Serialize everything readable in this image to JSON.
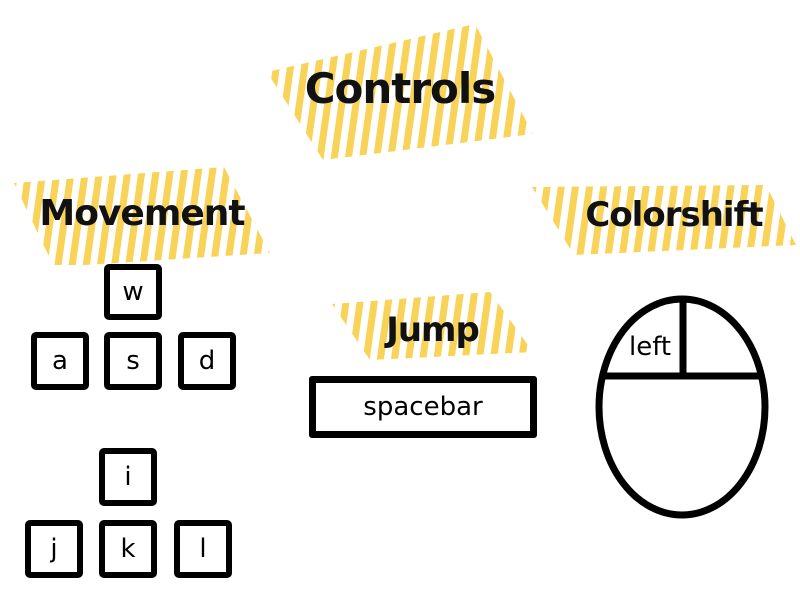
{
  "colors": {
    "stripe": "#f8d358",
    "outline": "#000000",
    "background": "#ffffff"
  },
  "titles": {
    "controls": "Controls",
    "movement": "Movement",
    "jump": "Jump",
    "colorshift": "Colorshift"
  },
  "movement_keys": {
    "set1": {
      "up": "w",
      "left": "a",
      "down": "s",
      "right": "d"
    },
    "set2": {
      "up": "i",
      "left": "j",
      "down": "k",
      "right": "l"
    }
  },
  "jump_key": "spacebar",
  "colorshift_button": "left",
  "icons": {
    "mouse": "mouse-icon"
  }
}
